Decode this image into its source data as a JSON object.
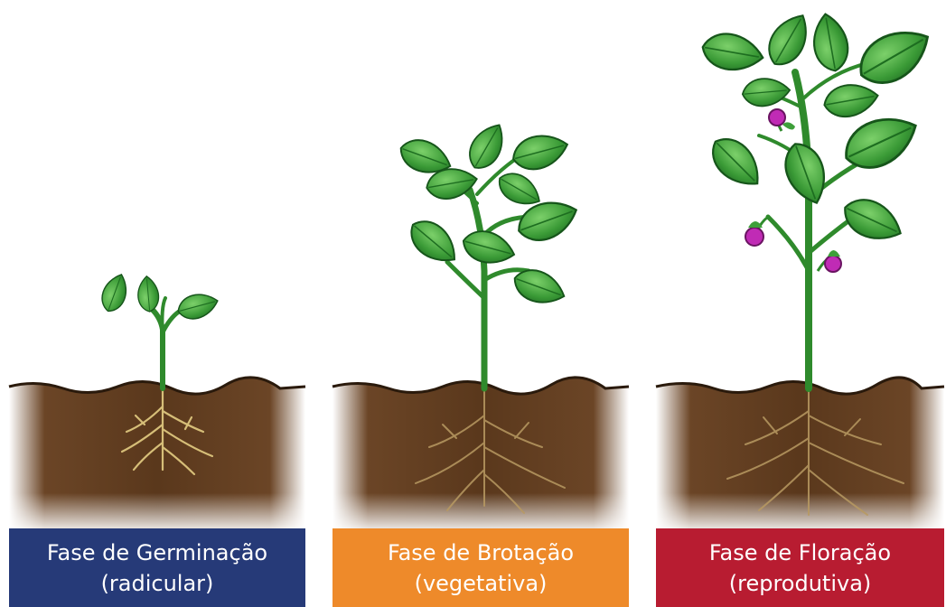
{
  "colors": {
    "leaf": "#3e9f3a",
    "leaf_dark": "#1f6b24",
    "stem": "#2f8a2c",
    "soil": "#5b3a20",
    "root": "#c9b06a",
    "flower": "#c02bb5"
  },
  "stages": [
    {
      "line1": "Fase de Germinação",
      "line2": "(radicular)",
      "color": "#263a78"
    },
    {
      "line1": "Fase de Brotação",
      "line2": "(vegetativa)",
      "color": "#ee8a2a"
    },
    {
      "line1": "Fase de Floração",
      "line2": "(reprodutiva)",
      "color": "#b81c31"
    }
  ]
}
